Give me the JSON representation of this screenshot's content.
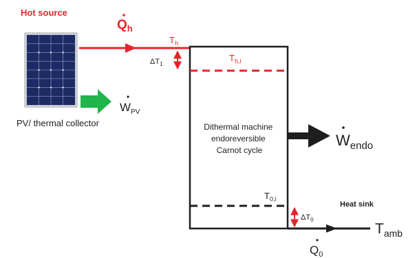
{
  "labels": {
    "hot_source": "Hot source",
    "q_h": {
      "base": "Q",
      "sub": "h"
    },
    "t_h": {
      "base": "T",
      "sub": "h"
    },
    "delta_t1": {
      "base": "ΔT",
      "sub": "1"
    },
    "t_hi": {
      "base": "T",
      "sub": "h,i"
    },
    "w_pv": {
      "base": "W",
      "sub": "PV"
    },
    "collector": "PV/ thermal collector",
    "machine": [
      "Dithermal machine",
      "endoreversible",
      "Carnot cycle"
    ],
    "w_endo": {
      "base": "W",
      "sub": "endo"
    },
    "t_0i": {
      "base": "T",
      "sub": "0,i"
    },
    "heat_sink": "Heat sink",
    "delta_t0": {
      "base": "ΔT",
      "sub": "0"
    },
    "t_amb": {
      "base": "T",
      "sub": "amb"
    },
    "q_0": {
      "base": "Q",
      "sub": "0"
    }
  },
  "colors": {
    "hot": "#e8232a",
    "green_arrow": "#1fb54a",
    "dark": "#1e1e1e",
    "panel_frame": "#c9ccd2",
    "panel_cell": "#1d2a63"
  }
}
